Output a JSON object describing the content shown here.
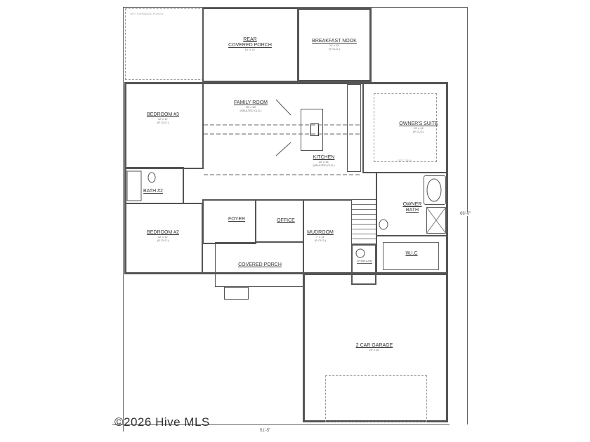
{
  "plan": {
    "notes": {
      "expanded_porch": "OPT. EXPANDED PORCH",
      "tray": "OPT. TRAY"
    },
    "rooms": {
      "rear_porch": {
        "name": "REAR\nCOVERED PORCH",
        "name1": "REAR",
        "name2": "COVERED PORCH",
        "size": "15' x 12'"
      },
      "breakfast_nook": {
        "name": "BREAKFAST NOOK",
        "size": "11' x 12'",
        "ceiling": "(9' CLG.)"
      },
      "family_room": {
        "name": "FAMILY ROOM",
        "size": "15' x 18'",
        "ceiling": "(VAULTED CLG.)"
      },
      "kitchen": {
        "name": "KITCHEN",
        "size": "10' x 14'",
        "ceiling": "(VAULTED CLG.)"
      },
      "owners_suite": {
        "name": "OWNER'S SUITE",
        "size": "13' x 14'",
        "ceiling": "(9' CLG.)"
      },
      "bedroom3": {
        "name": "BEDROOM #3",
        "size": "12' x 11'",
        "ceiling": "(9' CLG.)"
      },
      "bath2": {
        "name": "BATH #2"
      },
      "bedroom2": {
        "name": "BEDROOM #2",
        "size": "12' x 11'",
        "ceiling": "(9' CLG.)"
      },
      "foyer": {
        "name": "FOYER"
      },
      "office": {
        "name": "OFFICE"
      },
      "mudroom": {
        "name": "MUDROOM",
        "size": "7' x 11'",
        "ceiling": "(9' CLG.)"
      },
      "covered_porch": {
        "name": "COVERED PORCH"
      },
      "owner_bath": {
        "name1": "OWNER",
        "name2": "BATH"
      },
      "wic": {
        "name": "W.I.C"
      },
      "storage": {
        "name": "STORAGE"
      },
      "garage": {
        "name": "2 CAR GARAGE",
        "size": "20' x 20'"
      }
    },
    "dimensions": {
      "width": "51'-5\"",
      "depth": "66'-0\""
    },
    "watermark": "©2026 Hive MLS"
  }
}
